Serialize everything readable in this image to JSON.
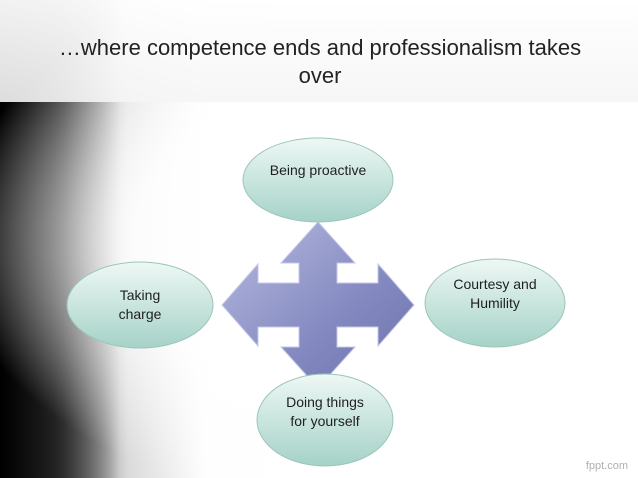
{
  "slide": {
    "title": "…where competence ends and professionalism takes over",
    "footer": "fppt.com"
  },
  "nodes": {
    "top": "Being proactive",
    "left": "Taking charge",
    "right": "Courtesy and Humility",
    "bottom": "Doing things for yourself"
  },
  "colors": {
    "node_fill_top": "#e9f6f3",
    "node_fill_bottom": "#a7d3c8",
    "node_stroke": "#8fb9b0",
    "arrow_fill": "#8d93c8",
    "arrow_stroke": "#aeb2dc"
  }
}
